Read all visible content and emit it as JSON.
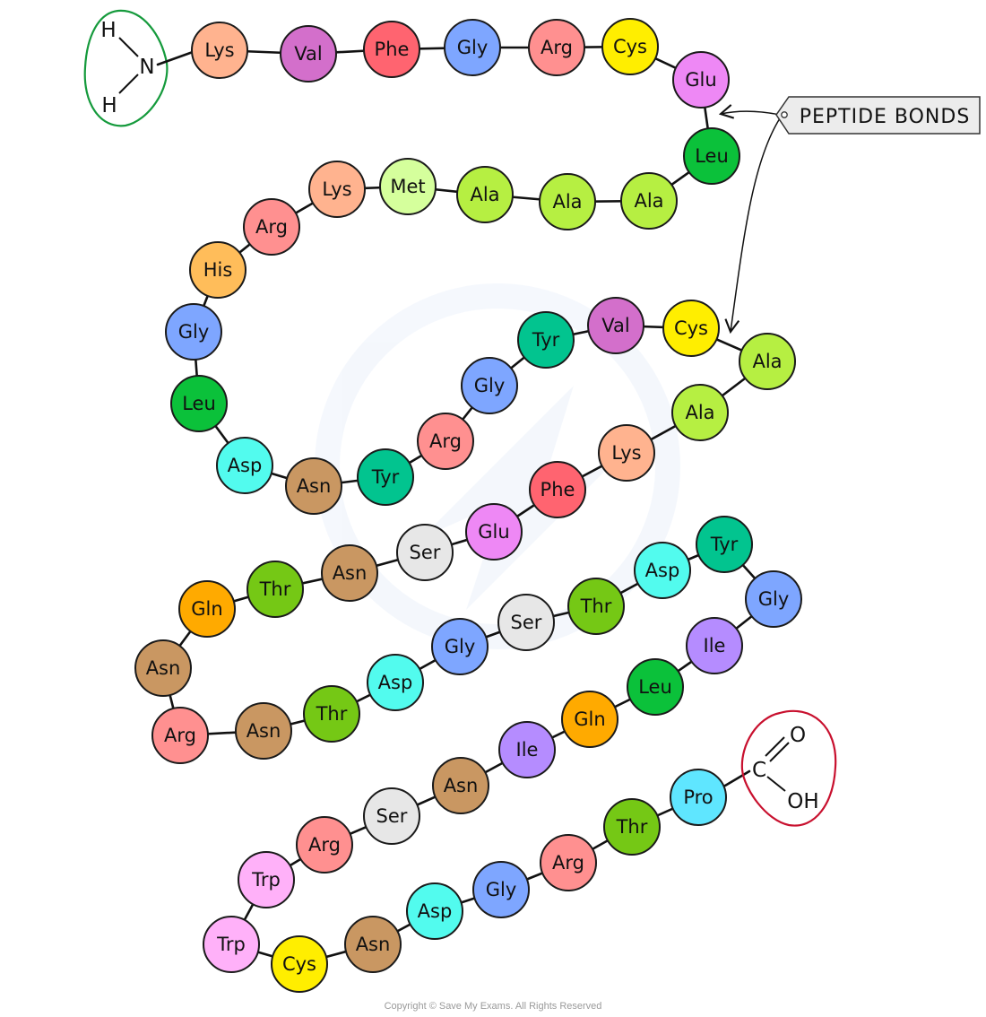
{
  "colors": {
    "Lys": "#ffb38f",
    "Val": "#d36fcb",
    "Phe": "#ff6470",
    "Gly": "#7ea6ff",
    "Arg": "#ff9090",
    "Cys": "#ffee00",
    "Glu": "#ee88f5",
    "Leu": "#0bc13a",
    "Ala": "#b6ef42",
    "Met": "#d5ff9c",
    "His": "#ffbd5a",
    "Asp": "#52fbee",
    "Asn": "#c99762",
    "Tyr": "#02c48f",
    "Ser": "#e7e7e7",
    "Gln": "#ffaa00",
    "Thr": "#75c815",
    "Ile": "#b58cff",
    "Trp": "#ffb1f9",
    "Pro": "#5fe6ff",
    "nh2_loop": "#159a3c",
    "cooh_loop": "#c8102e"
  },
  "amino_acids": [
    "Lys",
    "Val",
    "Phe",
    "Gly",
    "Arg",
    "Cys",
    "Glu",
    "Leu",
    "Ala",
    "Ala",
    "Ala",
    "Met",
    "Lys",
    "Arg",
    "His",
    "Gly",
    "Leu",
    "Asp",
    "Asn",
    "Tyr",
    "Arg",
    "Gly",
    "Tyr",
    "Val",
    "Cys",
    "Ala",
    "Ala",
    "Lys",
    "Phe",
    "Glu",
    "Ser",
    "Asn",
    "Thr",
    "Gln",
    "Asn",
    "Arg",
    "Asn",
    "Thr",
    "Asp",
    "Gly",
    "Ser",
    "Thr",
    "Asp",
    "Tyr",
    "Gly",
    "Ile",
    "Leu",
    "Gln",
    "Ile",
    "Asn",
    "Ser",
    "Arg",
    "Trp",
    "Trp",
    "Cys",
    "Asn",
    "Asp",
    "Gly",
    "Arg",
    "Thr",
    "Pro"
  ],
  "n_terminus": {
    "h_top": "H",
    "n": "N",
    "h_bottom": "H"
  },
  "c_terminus": {
    "c": "C",
    "o": "O",
    "oh": "OH"
  },
  "callout": {
    "label": "PEPTIDE BONDS"
  },
  "footer": {
    "copyright": "Copyright © Save My Exams. All Rights Reserved"
  }
}
